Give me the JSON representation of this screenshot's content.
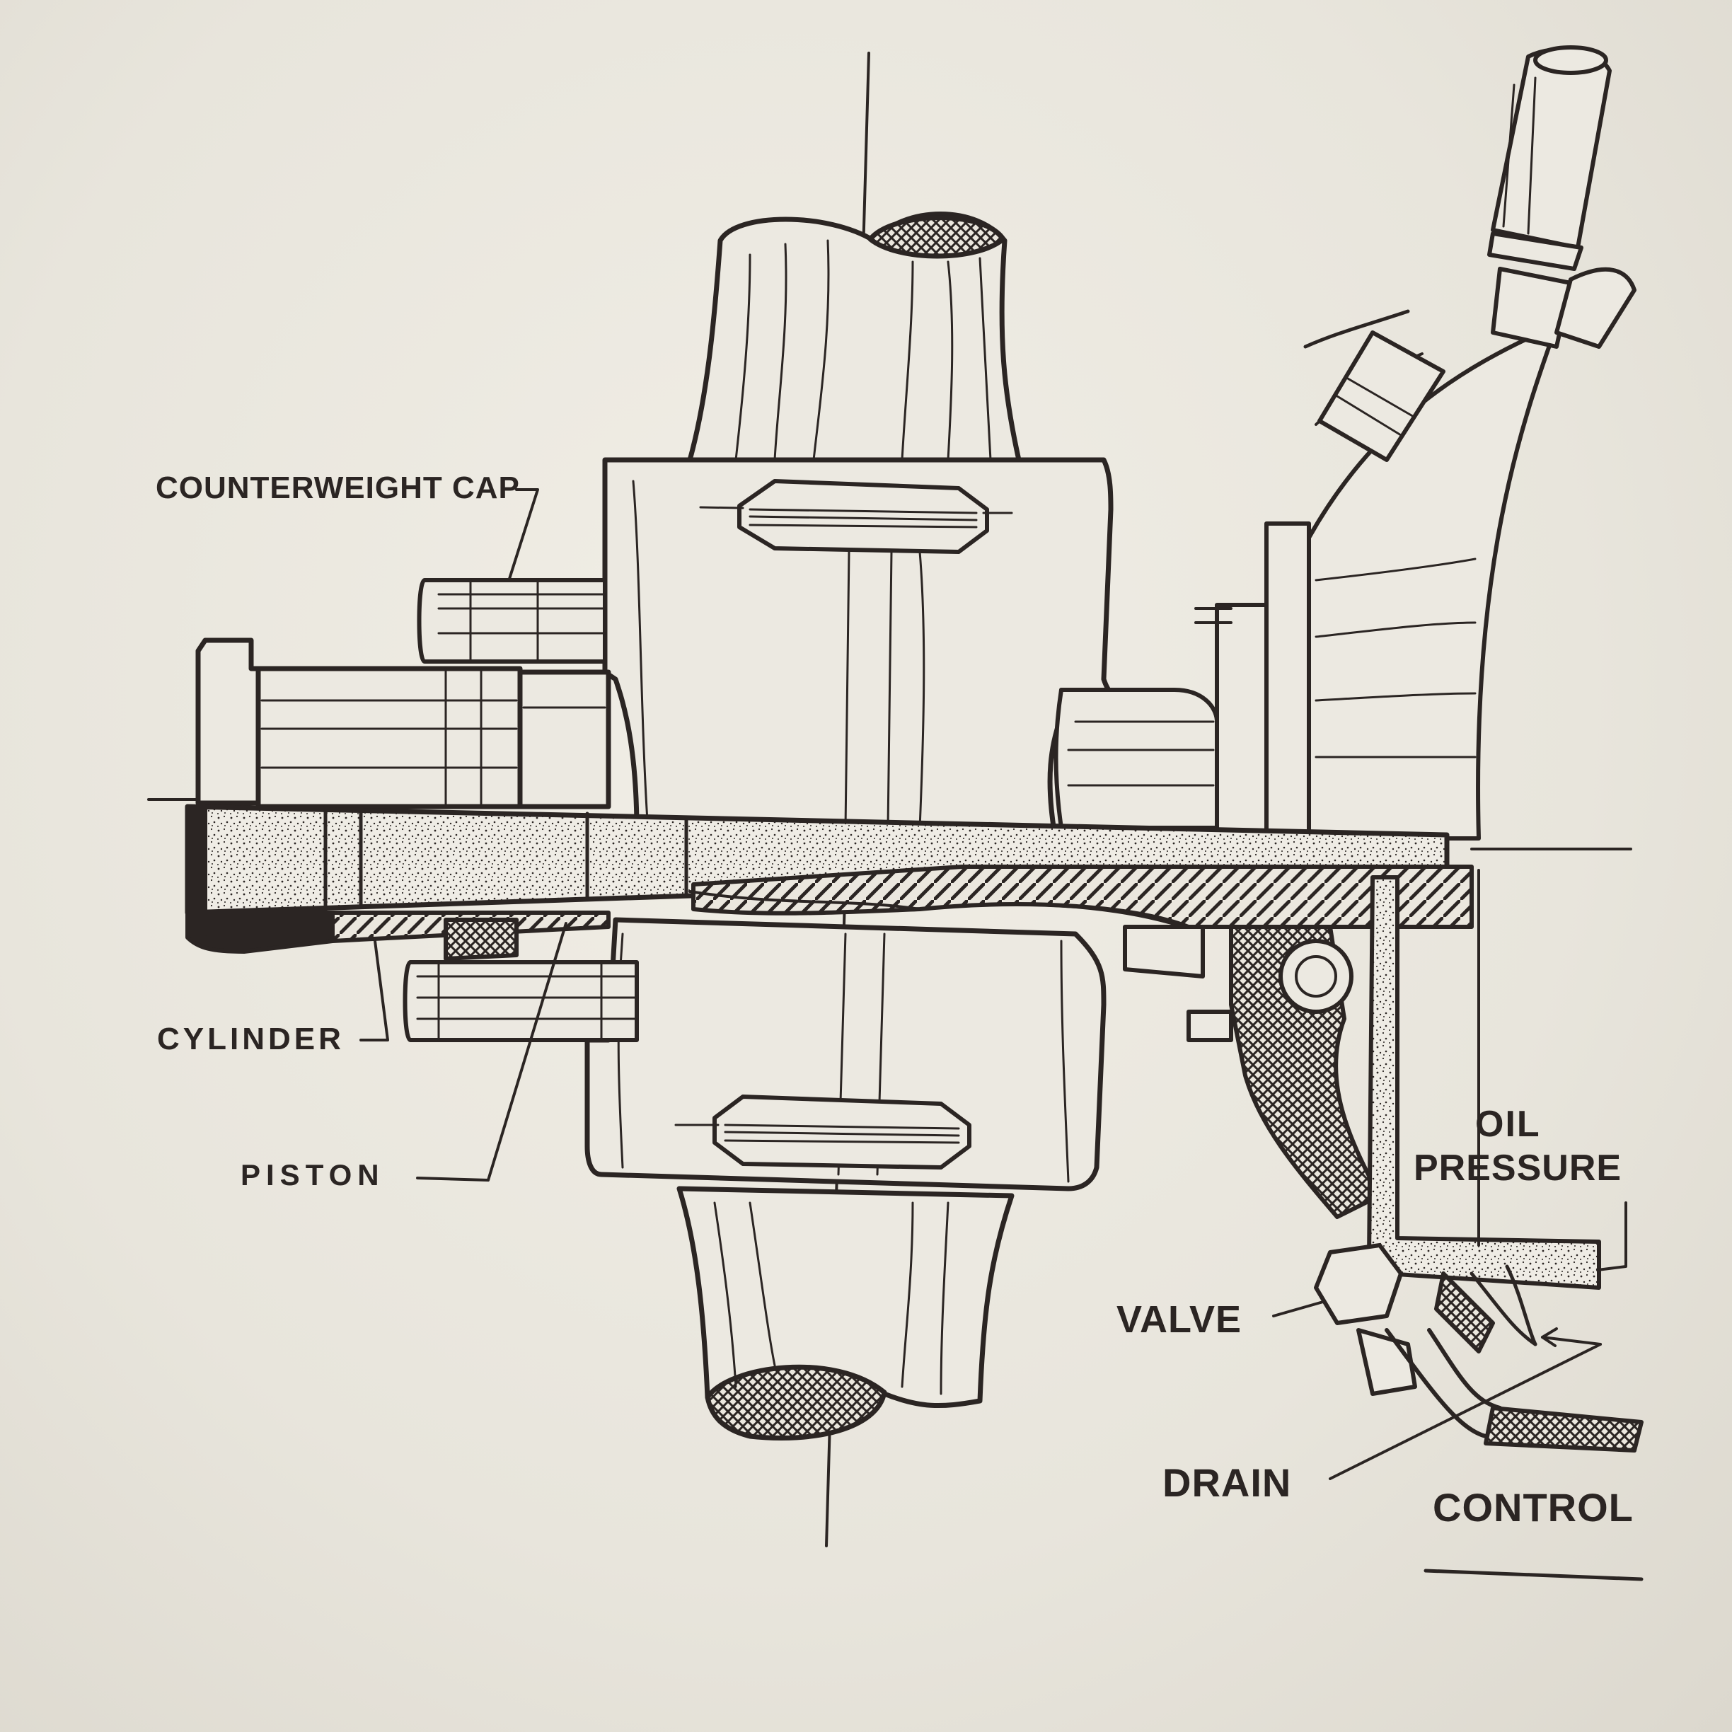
{
  "labels": {
    "counterweight_cap": "COUNTERWEIGHT CAP",
    "cylinder": "CYLINDER",
    "piston": "PISTON",
    "oil": "OIL",
    "pressure": "PRESSURE",
    "valve": "VALVE",
    "drain": "DRAIN",
    "control": "CONTROL"
  },
  "colors": {
    "ink": "#2b2523",
    "paper": "#ece9e1"
  }
}
